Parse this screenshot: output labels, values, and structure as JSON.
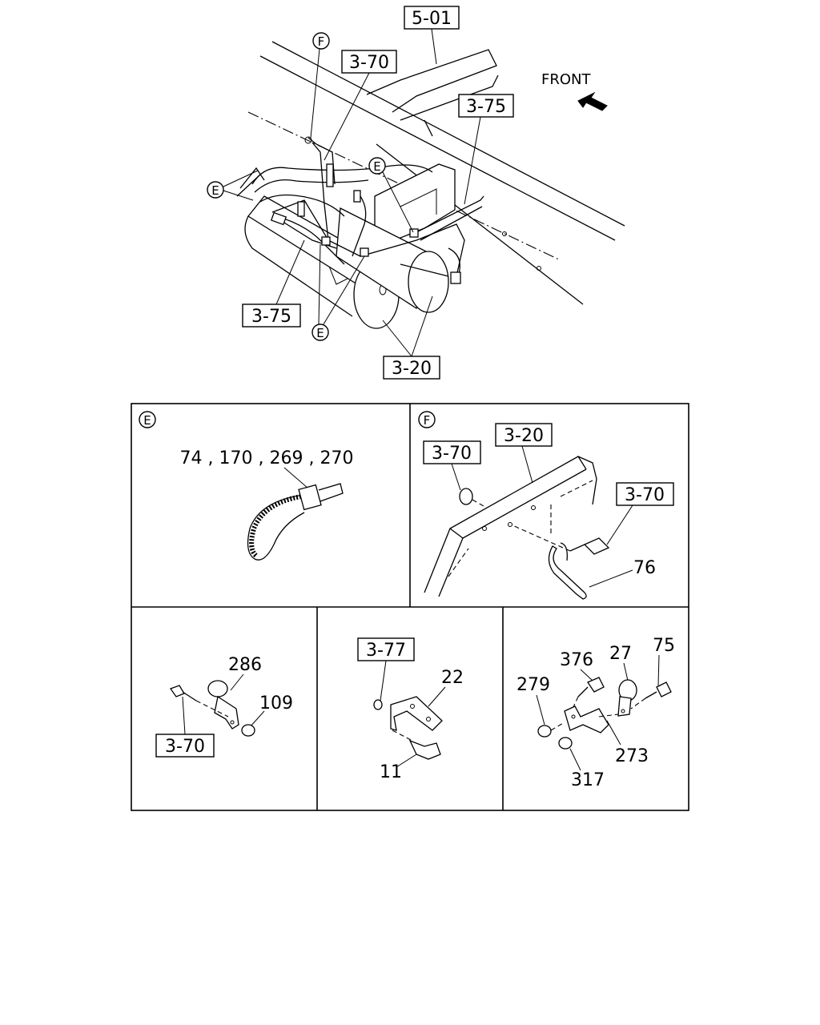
{
  "refs": {
    "r501": "5-01",
    "r370_top": "3-70",
    "r375_top": "3-75",
    "r375_left": "3-75",
    "r320_main": "3-20",
    "r370_f_left": "3-70",
    "r320_f": "3-20",
    "r370_f_right": "3-70",
    "r377": "3-77",
    "r370_bl": "3-70"
  },
  "front_label": "FRONT",
  "circle_labels": {
    "f_top": "F",
    "e_left": "E",
    "e_mid": "E",
    "e_bottom": "E",
    "e_panel": "E",
    "f_panel": "F"
  },
  "part_numbers": {
    "cable_ties": "74 , 170 , 269 , 270",
    "p76": "76",
    "p286": "286",
    "p109": "109",
    "p22": "22",
    "p11": "11",
    "p376": "376",
    "p27": "27",
    "p75": "75",
    "p279": "279",
    "p273": "273",
    "p317": "317"
  }
}
